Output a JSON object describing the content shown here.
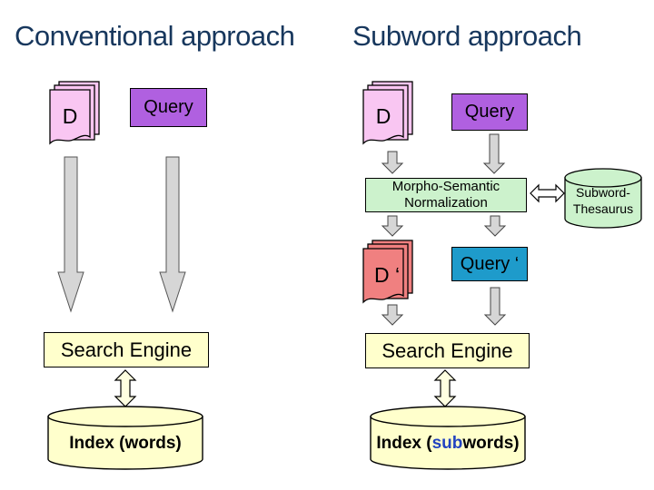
{
  "slide": {
    "left": {
      "title": "Conventional approach",
      "doc_label": "D",
      "query_label": "Query",
      "search_engine": "Search Engine",
      "index_label": "Index (words)"
    },
    "right": {
      "title": "Subword approach",
      "doc_label": "D",
      "query_label": "Query",
      "morpho_line1": "Morpho-Semantic",
      "morpho_line2": "Normalization",
      "thesaurus_line1": "Subword-",
      "thesaurus_line2": "Thesaurus",
      "doc_prime_label": "D ‘",
      "query_prime_label": "Query ‘",
      "search_engine": "Search Engine",
      "index_prefix": "Index (",
      "index_sub": "sub",
      "index_suffix": "words)"
    },
    "colors": {
      "title_navy": "#17375D",
      "doc_pink": "#F9C6F2",
      "doc_salmon": "#F08080",
      "query_purple": "#B060E0",
      "query_teal": "#1E9BCB",
      "normalization_green": "#CCF2CC",
      "engine_yellow": "#FFFFCC",
      "arrow_gray": "#D6D6D6",
      "index_sub_blue": "#2243C0"
    }
  }
}
